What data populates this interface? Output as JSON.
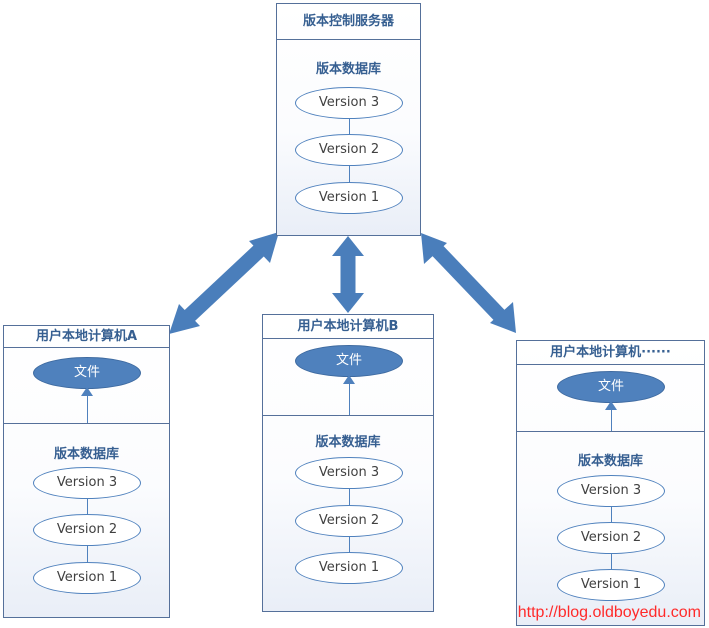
{
  "server": {
    "title": "版本控制服务器",
    "db_label": "版本数据库",
    "versions": [
      "Version 3",
      "Version 2",
      "Version 1"
    ]
  },
  "client_a": {
    "title": "用户本地计算机A",
    "file_label": "文件",
    "db_label": "版本数据库",
    "versions": [
      "Version 3",
      "Version 2",
      "Version 1"
    ]
  },
  "client_b": {
    "title": "用户本地计算机B",
    "file_label": "文件",
    "db_label": "版本数据库",
    "versions": [
      "Version 3",
      "Version 2",
      "Version 1"
    ]
  },
  "client_c": {
    "title": "用户本地计算机······",
    "file_label": "文件",
    "db_label": "版本数据库",
    "versions": [
      "Version 3",
      "Version 2",
      "Version 1"
    ]
  },
  "watermark": "http://blog.oldboyedu.com",
  "colors": {
    "border": "#55709a",
    "title_text": "#365f91",
    "ellipse_stroke": "#4f81bd",
    "file_fill": "#4f81bd",
    "arrow_fill": "#4a7ebb",
    "watermark": "#ff2a2a"
  }
}
